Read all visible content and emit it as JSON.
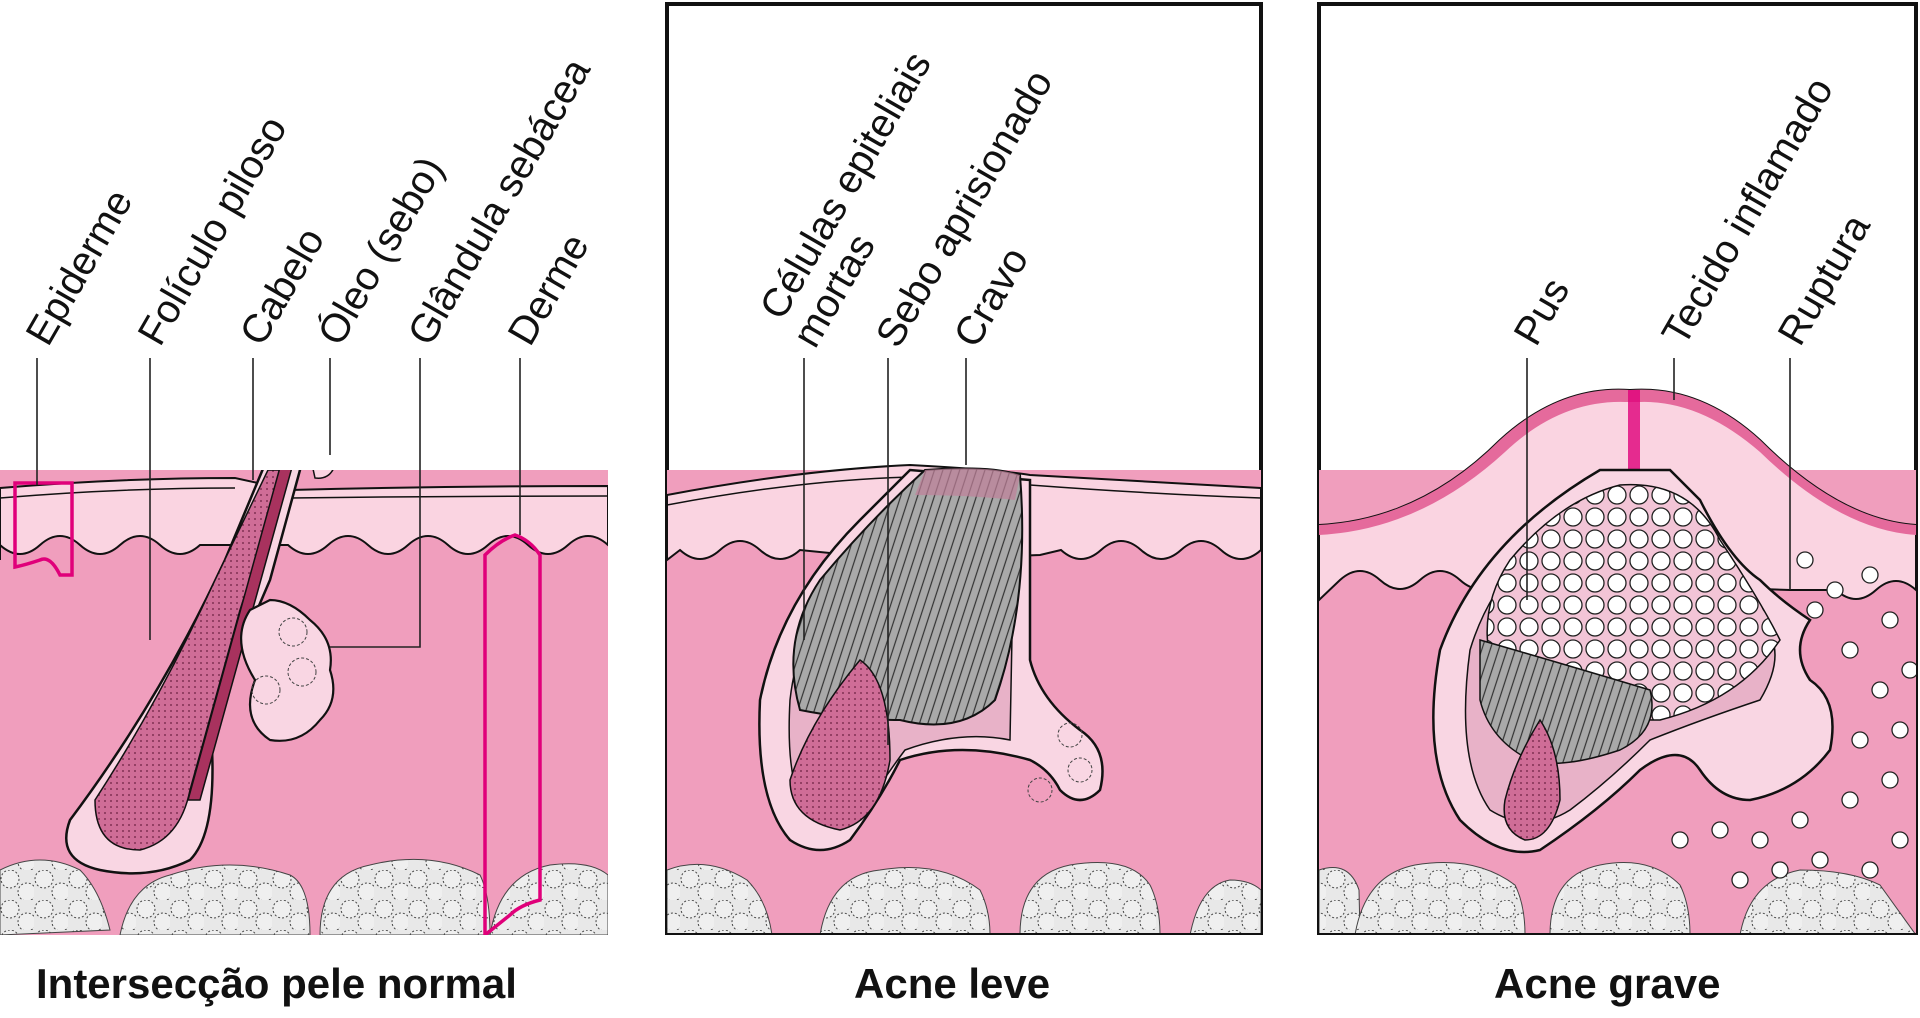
{
  "figure": {
    "colors": {
      "dermis": "#f09ebd",
      "epidermis": "#fad4e1",
      "follicle_lining": "#f9d6e3",
      "hair_bulb": "#cf6d97",
      "hair_shaft": "#a8325e",
      "fat": "#e8e8e8",
      "sebum_plug": "#a9a9a9",
      "accent_magenta": "#e0007a",
      "trapped_area": "#e8b2c8",
      "outline": "#111111"
    },
    "panels": [
      {
        "id": "normal",
        "caption": "Intersecção pele normal",
        "labels": [
          "Epiderme",
          "Folículo piloso",
          "Cabelo",
          "Óleo (sebo)",
          "Glândula sebácea",
          "Derme"
        ]
      },
      {
        "id": "mild",
        "caption": "Acne leve",
        "labels": [
          "Células epiteliais",
          "mortas",
          "Sebo aprisionado",
          "Cravo"
        ]
      },
      {
        "id": "severe",
        "caption": "Acne grave",
        "labels": [
          "Pus",
          "Tecido inflamado",
          "Ruptura"
        ]
      }
    ]
  }
}
